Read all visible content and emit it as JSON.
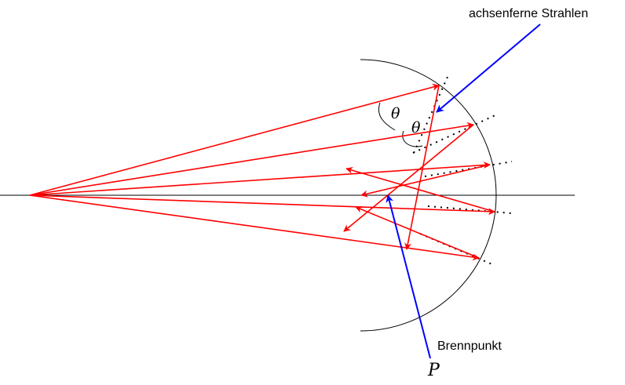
{
  "labels": {
    "off_axis_rays": "achsenferne Strahlen",
    "focal_point": "Brennpunkt",
    "point": "P",
    "angle_1": "θ",
    "angle_2": "θ"
  },
  "colors": {
    "rays": "#ff0000",
    "annotation_arrows": "#0000ff",
    "mirror": "#000000",
    "axis": "#000000",
    "normals": "#000000"
  }
}
